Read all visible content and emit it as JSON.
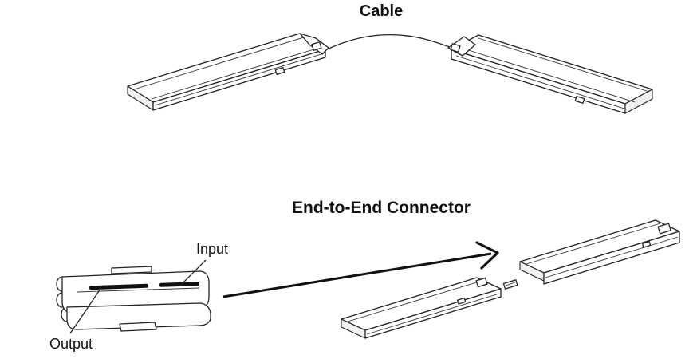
{
  "diagram": {
    "cable_section": {
      "title": "Cable"
    },
    "connector_section": {
      "title": "End-to-End Connector",
      "callouts": {
        "input": "Input",
        "output": "Output"
      }
    }
  }
}
